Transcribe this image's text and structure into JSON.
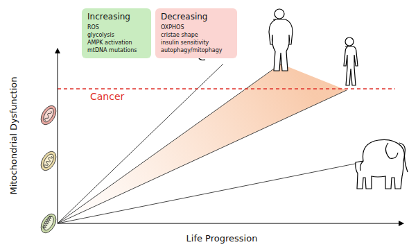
{
  "diagram": {
    "nodes": [
      {
        "text": [
          "Increasing",
          "ROS",
          "glycolysis",
          "AMPK activation",
          "mtDNA mutations"
        ]
      },
      {
        "text": [
          "Decreasing",
          "OXPHOS",
          "cristae shape",
          "insulin sensitivity",
          "autophagy/mitophagy"
        ]
      }
    ],
    "labels": [
      "Cancer",
      "Mitochondrial Dysfunction",
      "Life Progression"
    ]
  }
}
